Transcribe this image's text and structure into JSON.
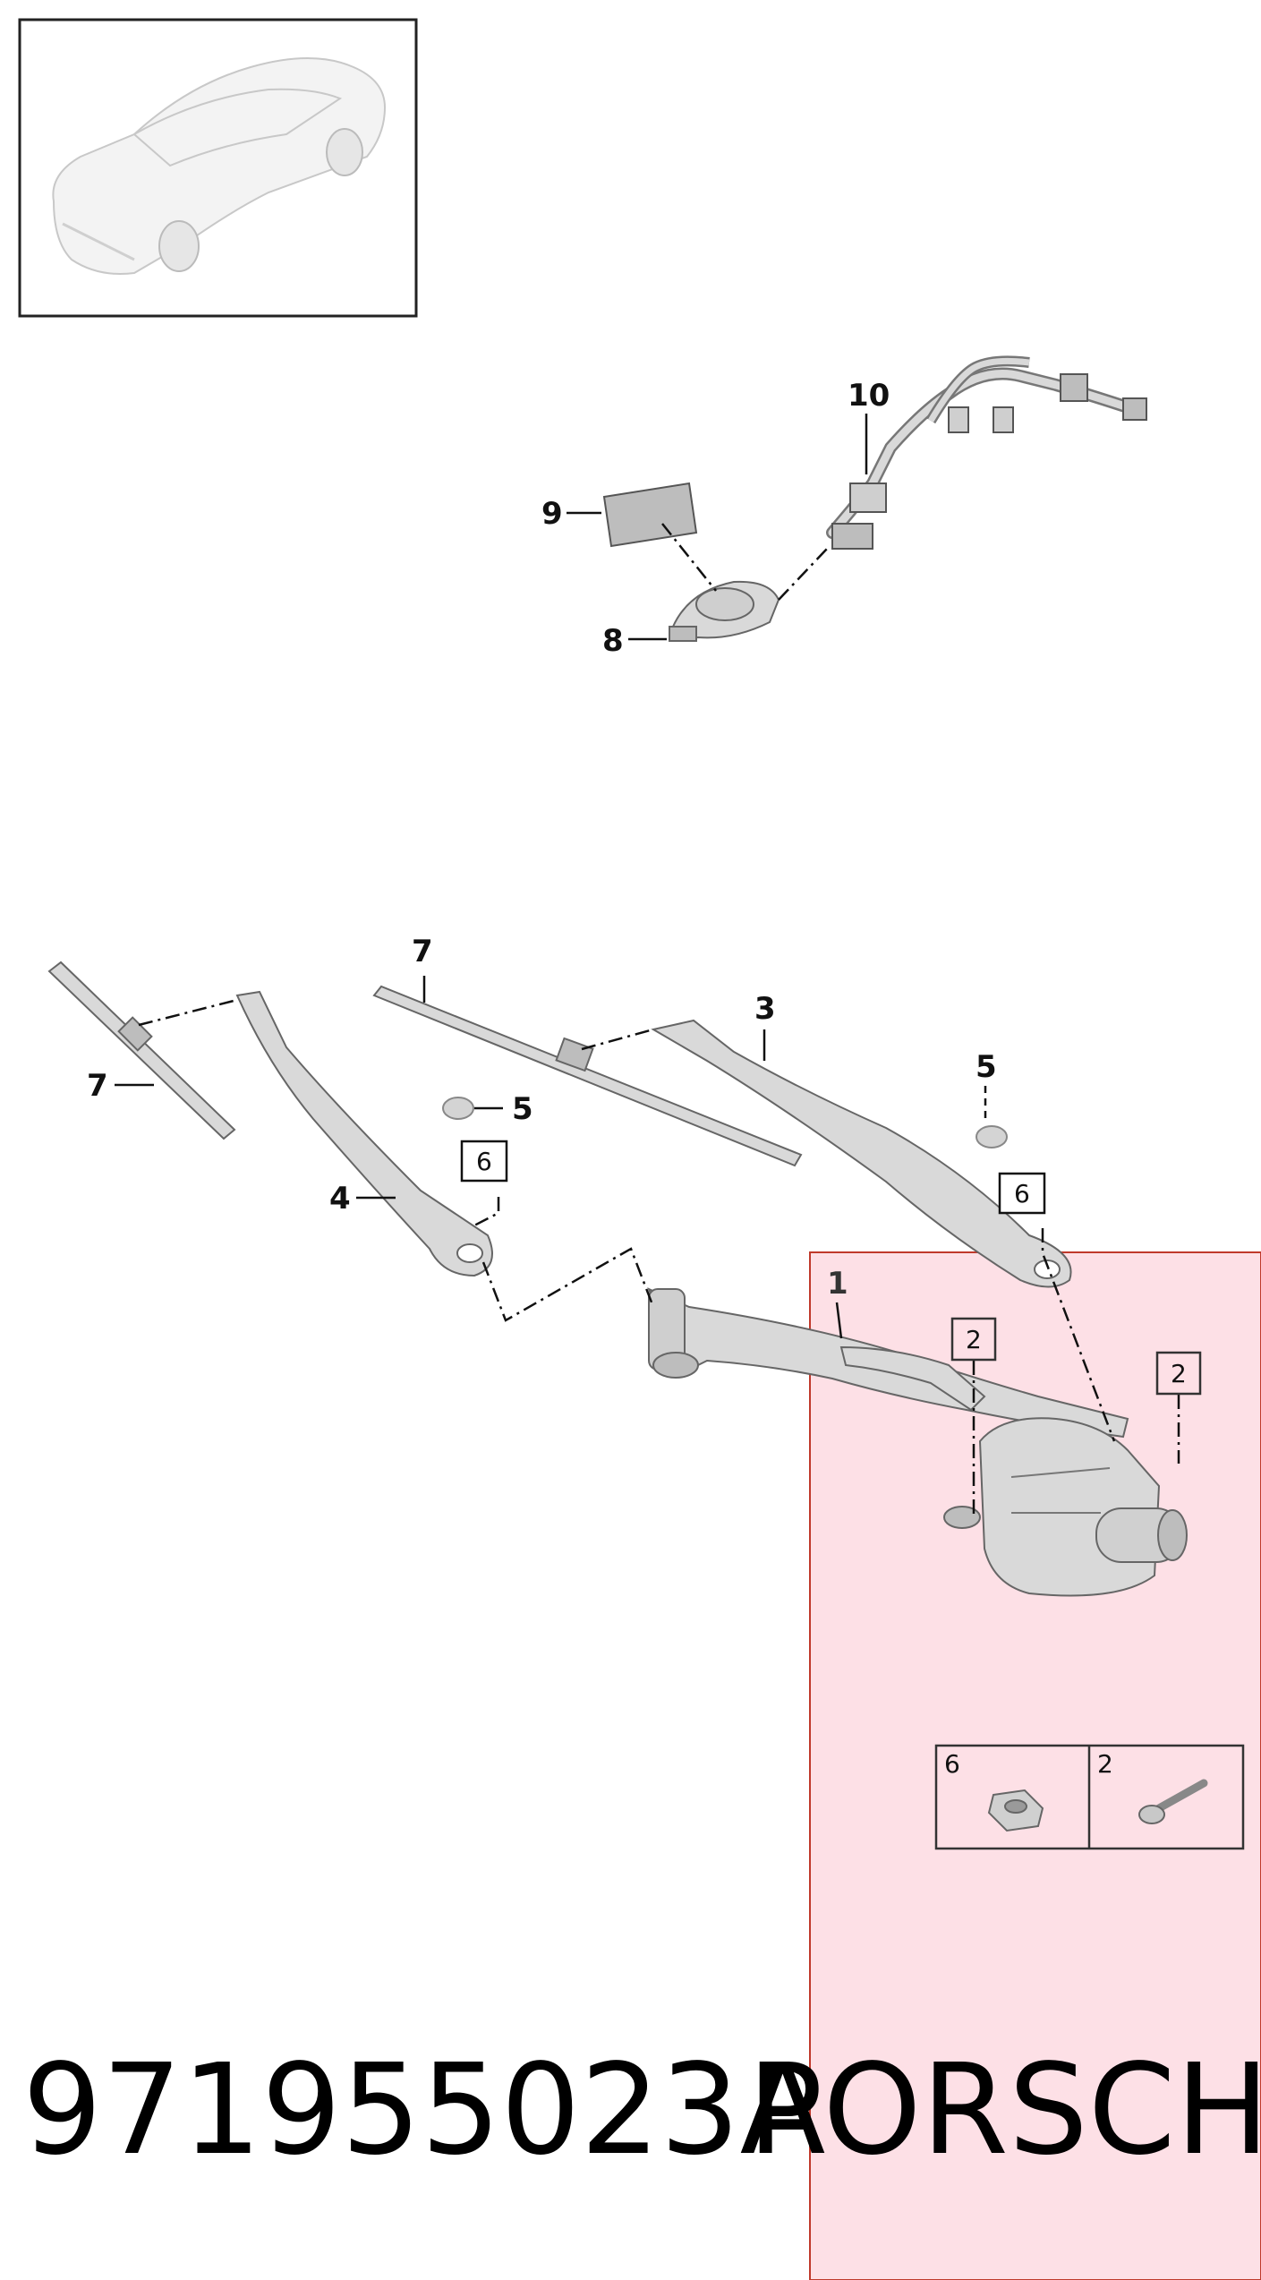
{
  "thumbnail": {
    "icon": "car-thumbnail-icon"
  },
  "callouts": {
    "c1": "1",
    "c2a": "2",
    "c2b": "2",
    "c3": "3",
    "c4": "4",
    "c5a": "5",
    "c5b": "5",
    "c6a": "6",
    "c6b": "6",
    "c7a": "7",
    "c7b": "7",
    "c8": "8",
    "c9": "9",
    "c10": "10"
  },
  "kit_box": {
    "left_label": "6",
    "right_label": "2"
  },
  "footer": {
    "part_number": "971955023A",
    "brand": "PORSCHE"
  },
  "colors": {
    "highlight_fill": "#fde0e6",
    "highlight_border": "#c0392b",
    "line": "#111111"
  }
}
